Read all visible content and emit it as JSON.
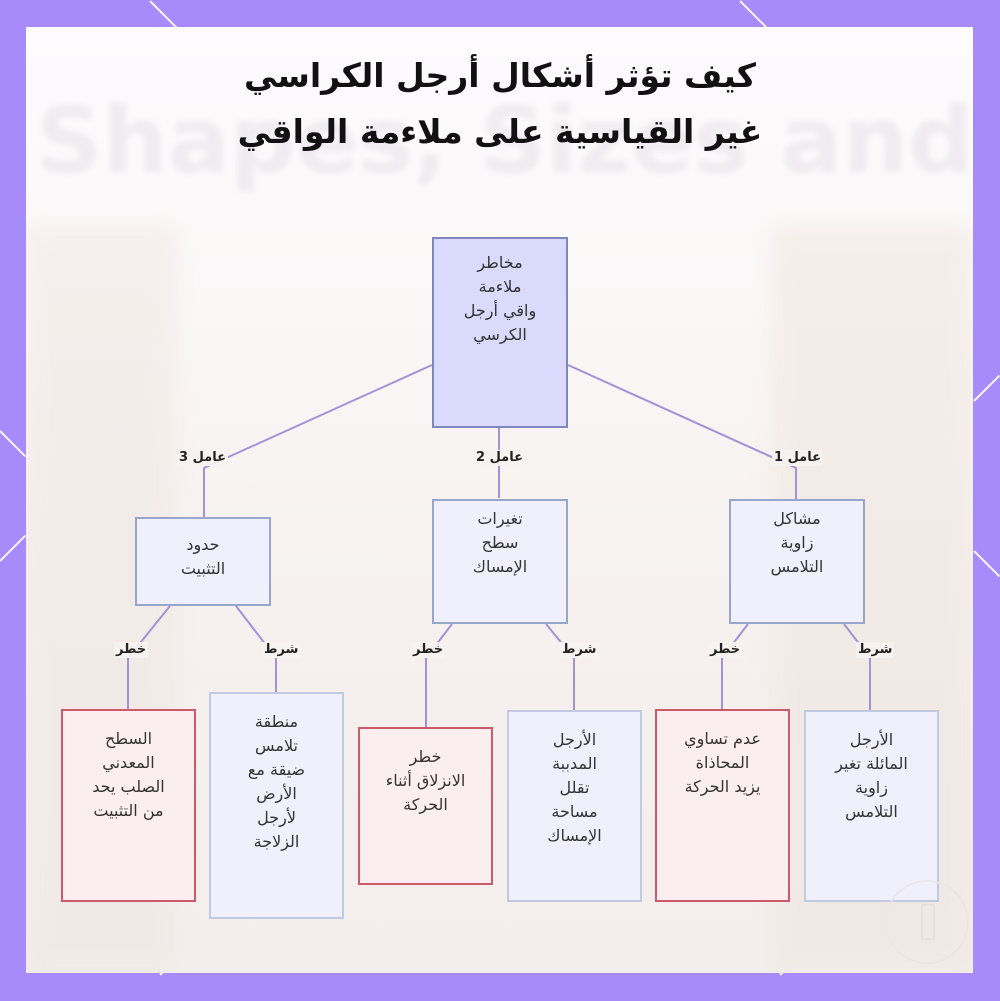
{
  "title": {
    "line1": "كيف تؤثر أشكال أرجل الكراسي",
    "line2": "غير القياسية على ملاءمة الواقي"
  },
  "background_text": {
    "faded_heading": "Shapes, Sizes and Fit"
  },
  "colors": {
    "frame": "#a78bfa",
    "root_fill": "#d9dafc",
    "root_border": "#8286bf",
    "factor_border": "#98a6cc",
    "risk_border": "#cc5a6b",
    "edge": "#a592d6"
  },
  "diagram": {
    "root": {
      "lines": [
        "مخاطر",
        "ملاءمة",
        "واقي أرجل",
        "الكرسي"
      ]
    },
    "factors": [
      {
        "label": "عامل 1",
        "lines": [
          "مشاكل",
          "زاوية",
          "التلامس"
        ],
        "children": [
          {
            "kind": "condition",
            "edge_label": "شرط",
            "lines": [
              "الأرجل",
              "المائلة تغير",
              "زاوية",
              "التلامس"
            ]
          },
          {
            "kind": "risk",
            "edge_label": "خطر",
            "lines": [
              "عدم تساوي",
              "المحاذاة",
              "يزيد الحركة"
            ]
          }
        ]
      },
      {
        "label": "عامل 2",
        "lines": [
          "تغيرات",
          "سطح",
          "الإمساك"
        ],
        "children": [
          {
            "kind": "condition",
            "edge_label": "شرط",
            "lines": [
              "الأرجل",
              "المدببة",
              "تقلل",
              "مساحة",
              "الإمساك"
            ]
          },
          {
            "kind": "risk",
            "edge_label": "خطر",
            "lines": [
              "خطر",
              "الانزلاق أثناء",
              "الحركة"
            ]
          }
        ]
      },
      {
        "label": "عامل 3",
        "lines": [
          "حدود",
          "التثبيت"
        ],
        "children": [
          {
            "kind": "condition",
            "edge_label": "شرط",
            "lines": [
              "منطقة",
              "تلامس",
              "ضيقة مع",
              "الأرض",
              "لأرجل",
              "الزلاجة"
            ]
          },
          {
            "kind": "risk",
            "edge_label": "خطر",
            "lines": [
              "السطح",
              "المعدني",
              "الصلب يحد",
              "من التثبيت"
            ]
          }
        ]
      }
    ]
  }
}
